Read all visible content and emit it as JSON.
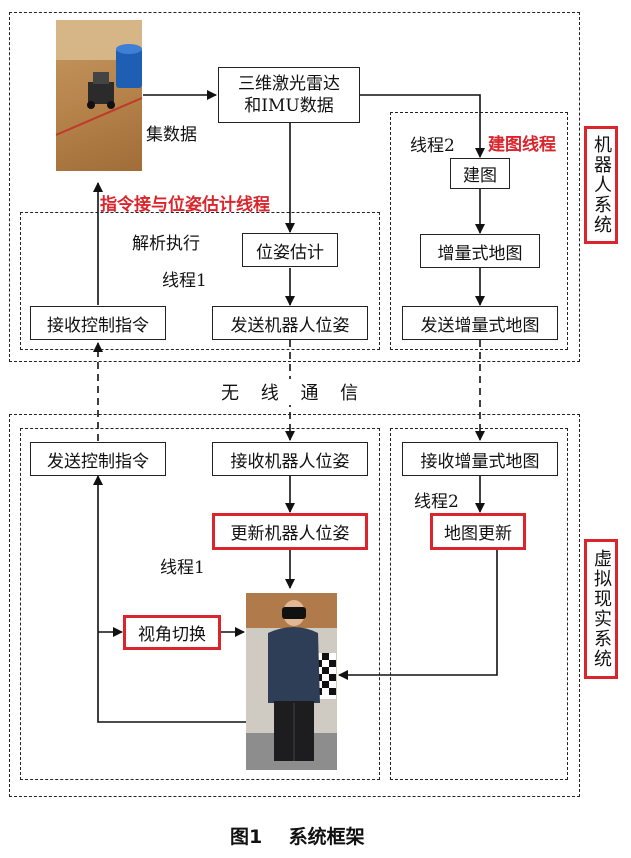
{
  "systems": {
    "robot": "机器人系统",
    "vr": "虚拟现实系统"
  },
  "threads": {
    "robot_thread1_title": "指令接与位姿估计线程",
    "robot_thread1_label": "线程1",
    "robot_thread2_label": "线程2",
    "robot_thread2_title": "建图线程",
    "vr_thread1_label": "线程1",
    "vr_thread2_label": "线程2"
  },
  "labels": {
    "collect_data": "集数据",
    "parse_execute": "解析执行",
    "wireless": "无 线 通 信"
  },
  "boxes": {
    "lidar_imu_line1": "三维激光雷达",
    "lidar_imu_line2": "和IMU数据",
    "pose_estimation": "位姿估计",
    "receive_control": "接收控制指令",
    "send_robot_pose": "发送机器人位姿",
    "mapping": "建图",
    "incremental_map": "增量式地图",
    "send_incremental_map": "发送增量式地图",
    "send_control": "发送控制指令",
    "receive_robot_pose": "接收机器人位姿",
    "update_robot_pose": "更新机器人位姿",
    "view_switch": "视角切换",
    "receive_incremental_map": "接收增量式地图",
    "map_update": "地图更新"
  },
  "caption": "图1    系统框架"
}
